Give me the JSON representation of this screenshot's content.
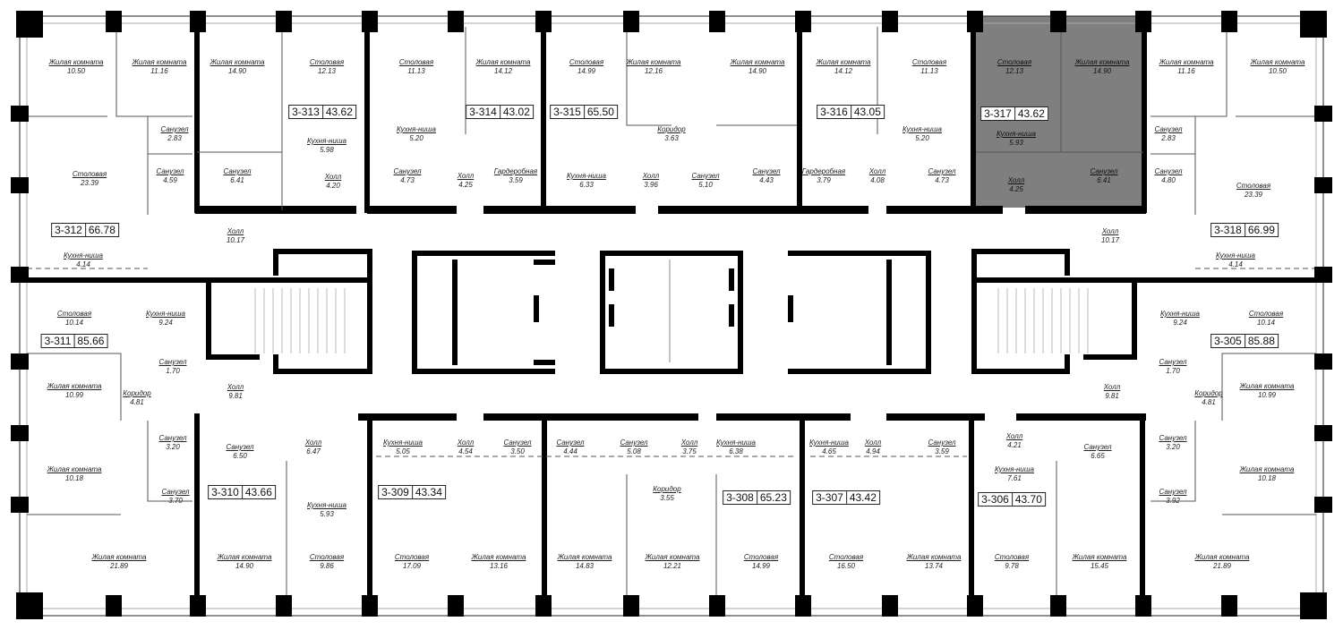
{
  "title": "Floor 3 plan",
  "highlight_color": "#7f7f7f",
  "highlighted_apartment": "3-317",
  "apartments": [
    {
      "id": "3-313",
      "area": "43.62"
    },
    {
      "id": "3-314",
      "area": "43.02"
    },
    {
      "id": "3-315",
      "area": "65.50"
    },
    {
      "id": "3-316",
      "area": "43.05"
    },
    {
      "id": "3-317",
      "area": "43.62"
    },
    {
      "id": "3-312",
      "area": "66.78"
    },
    {
      "id": "3-318",
      "area": "66.99"
    },
    {
      "id": "3-311",
      "area": "85.66"
    },
    {
      "id": "3-305",
      "area": "85.88"
    },
    {
      "id": "3-310",
      "area": "43.66"
    },
    {
      "id": "3-309",
      "area": "43.34"
    },
    {
      "id": "3-308",
      "area": "65.23"
    },
    {
      "id": "3-307",
      "area": "43.42"
    },
    {
      "id": "3-306",
      "area": "43.70"
    }
  ],
  "rooms": [
    {
      "name": "Жилая комната",
      "area": "10.50"
    },
    {
      "name": "Жилая комната",
      "area": "11.16"
    },
    {
      "name": "Жилая комната",
      "area": "14.90"
    },
    {
      "name": "Столовая",
      "area": "12.13"
    },
    {
      "name": "Столовая",
      "area": "11.13"
    },
    {
      "name": "Жилая комната",
      "area": "14.12"
    },
    {
      "name": "Столовая",
      "area": "14.99"
    },
    {
      "name": "Жилая комната",
      "area": "12.16"
    },
    {
      "name": "Жилая комната",
      "area": "14.90"
    },
    {
      "name": "Жилая комната",
      "area": "14.12"
    },
    {
      "name": "Столовая",
      "area": "11.13"
    },
    {
      "name": "Столовая",
      "area": "12.13"
    },
    {
      "name": "Жилая комната",
      "area": "14.90"
    },
    {
      "name": "Жилая комната",
      "area": "11.16"
    },
    {
      "name": "Жилая комната",
      "area": "10.50"
    },
    {
      "name": "Санузел",
      "area": "2.83"
    },
    {
      "name": "Кухня-ниша",
      "area": "5.98"
    },
    {
      "name": "Кухня-ниша",
      "area": "5.20"
    },
    {
      "name": "Коридор",
      "area": "3.63"
    },
    {
      "name": "Кухня-ниша",
      "area": "5.20"
    },
    {
      "name": "Кухня-ниша",
      "area": "5.93"
    },
    {
      "name": "Санузел",
      "area": "2.83"
    },
    {
      "name": "Столовая",
      "area": "23.39"
    },
    {
      "name": "Санузел",
      "area": "4.59"
    },
    {
      "name": "Санузел",
      "area": "6.41"
    },
    {
      "name": "Холл",
      "area": "4.20"
    },
    {
      "name": "Санузел",
      "area": "4.73"
    },
    {
      "name": "Холл",
      "area": "4.25"
    },
    {
      "name": "Гардеробная",
      "area": "3.59"
    },
    {
      "name": "Кухня-ниша",
      "area": "6.33"
    },
    {
      "name": "Холл",
      "area": "3.96"
    },
    {
      "name": "Санузел",
      "area": "5.10"
    },
    {
      "name": "Санузел",
      "area": "4.43"
    },
    {
      "name": "Гардеробная",
      "area": "3.79"
    },
    {
      "name": "Холл",
      "area": "4.08"
    },
    {
      "name": "Санузел",
      "area": "4.73"
    },
    {
      "name": "Холл",
      "area": "4.25"
    },
    {
      "name": "Санузел",
      "area": "6.41"
    },
    {
      "name": "Санузел",
      "area": "4.80"
    },
    {
      "name": "Столовая",
      "area": "23.39"
    },
    {
      "name": "Холл",
      "area": "10.17"
    },
    {
      "name": "Холл",
      "area": "10.17"
    },
    {
      "name": "Кухня-ниша",
      "area": "4.14"
    },
    {
      "name": "Кухня-ниша",
      "area": "4.14"
    },
    {
      "name": "Столовая",
      "area": "10.14"
    },
    {
      "name": "Кухня-ниша",
      "area": "9.24"
    },
    {
      "name": "Кухня-ниша",
      "area": "9.24"
    },
    {
      "name": "Столовая",
      "area": "10.14"
    },
    {
      "name": "Санузел",
      "area": "1.70"
    },
    {
      "name": "Холл",
      "area": "9.81"
    },
    {
      "name": "Коридор",
      "area": "4.81"
    },
    {
      "name": "Жилая комната",
      "area": "10.99"
    },
    {
      "name": "Санузел",
      "area": "1.70"
    },
    {
      "name": "Холл",
      "area": "9.81"
    },
    {
      "name": "Коридор",
      "area": "4.81"
    },
    {
      "name": "Жилая комната",
      "area": "10.99"
    },
    {
      "name": "Санузел",
      "area": "3.20"
    },
    {
      "name": "Санузел",
      "area": "6.50"
    },
    {
      "name": "Холл",
      "area": "6.47"
    },
    {
      "name": "Кухня-ниша",
      "area": "5.05"
    },
    {
      "name": "Холл",
      "area": "4.54"
    },
    {
      "name": "Санузел",
      "area": "3.50"
    },
    {
      "name": "Санузел",
      "area": "4.44"
    },
    {
      "name": "Санузел",
      "area": "5.08"
    },
    {
      "name": "Холл",
      "area": "3.75"
    },
    {
      "name": "Кухня-ниша",
      "area": "6.38"
    },
    {
      "name": "Кухня-ниша",
      "area": "4.65"
    },
    {
      "name": "Холл",
      "area": "4.94"
    },
    {
      "name": "Санузел",
      "area": "3.59"
    },
    {
      "name": "Холл",
      "area": "4.21"
    },
    {
      "name": "Санузел",
      "area": "6.65"
    },
    {
      "name": "Санузел",
      "area": "3.20"
    },
    {
      "name": "Жилая комната",
      "area": "10.18"
    },
    {
      "name": "Жилая комната",
      "area": "10.18"
    },
    {
      "name": "Санузел",
      "area": "3.70"
    },
    {
      "name": "Санузел",
      "area": "3.92"
    },
    {
      "name": "Кухня-ниша",
      "area": "7.61"
    },
    {
      "name": "Кухня-ниша",
      "area": "5.93"
    },
    {
      "name": "Коридор",
      "area": "3.55"
    },
    {
      "name": "Жилая комната",
      "area": "21.89"
    },
    {
      "name": "Жилая комната",
      "area": "14.90"
    },
    {
      "name": "Столовая",
      "area": "9.86"
    },
    {
      "name": "Столовая",
      "area": "17.09"
    },
    {
      "name": "Жилая комната",
      "area": "13.16"
    },
    {
      "name": "Жилая комната",
      "area": "14.83"
    },
    {
      "name": "Жилая комната",
      "area": "12.21"
    },
    {
      "name": "Столовая",
      "area": "14.99"
    },
    {
      "name": "Столовая",
      "area": "16.50"
    },
    {
      "name": "Жилая комната",
      "area": "13.74"
    },
    {
      "name": "Столовая",
      "area": "9.78"
    },
    {
      "name": "Жилая комната",
      "area": "15.45"
    },
    {
      "name": "Жилая комната",
      "area": "21.89"
    }
  ]
}
